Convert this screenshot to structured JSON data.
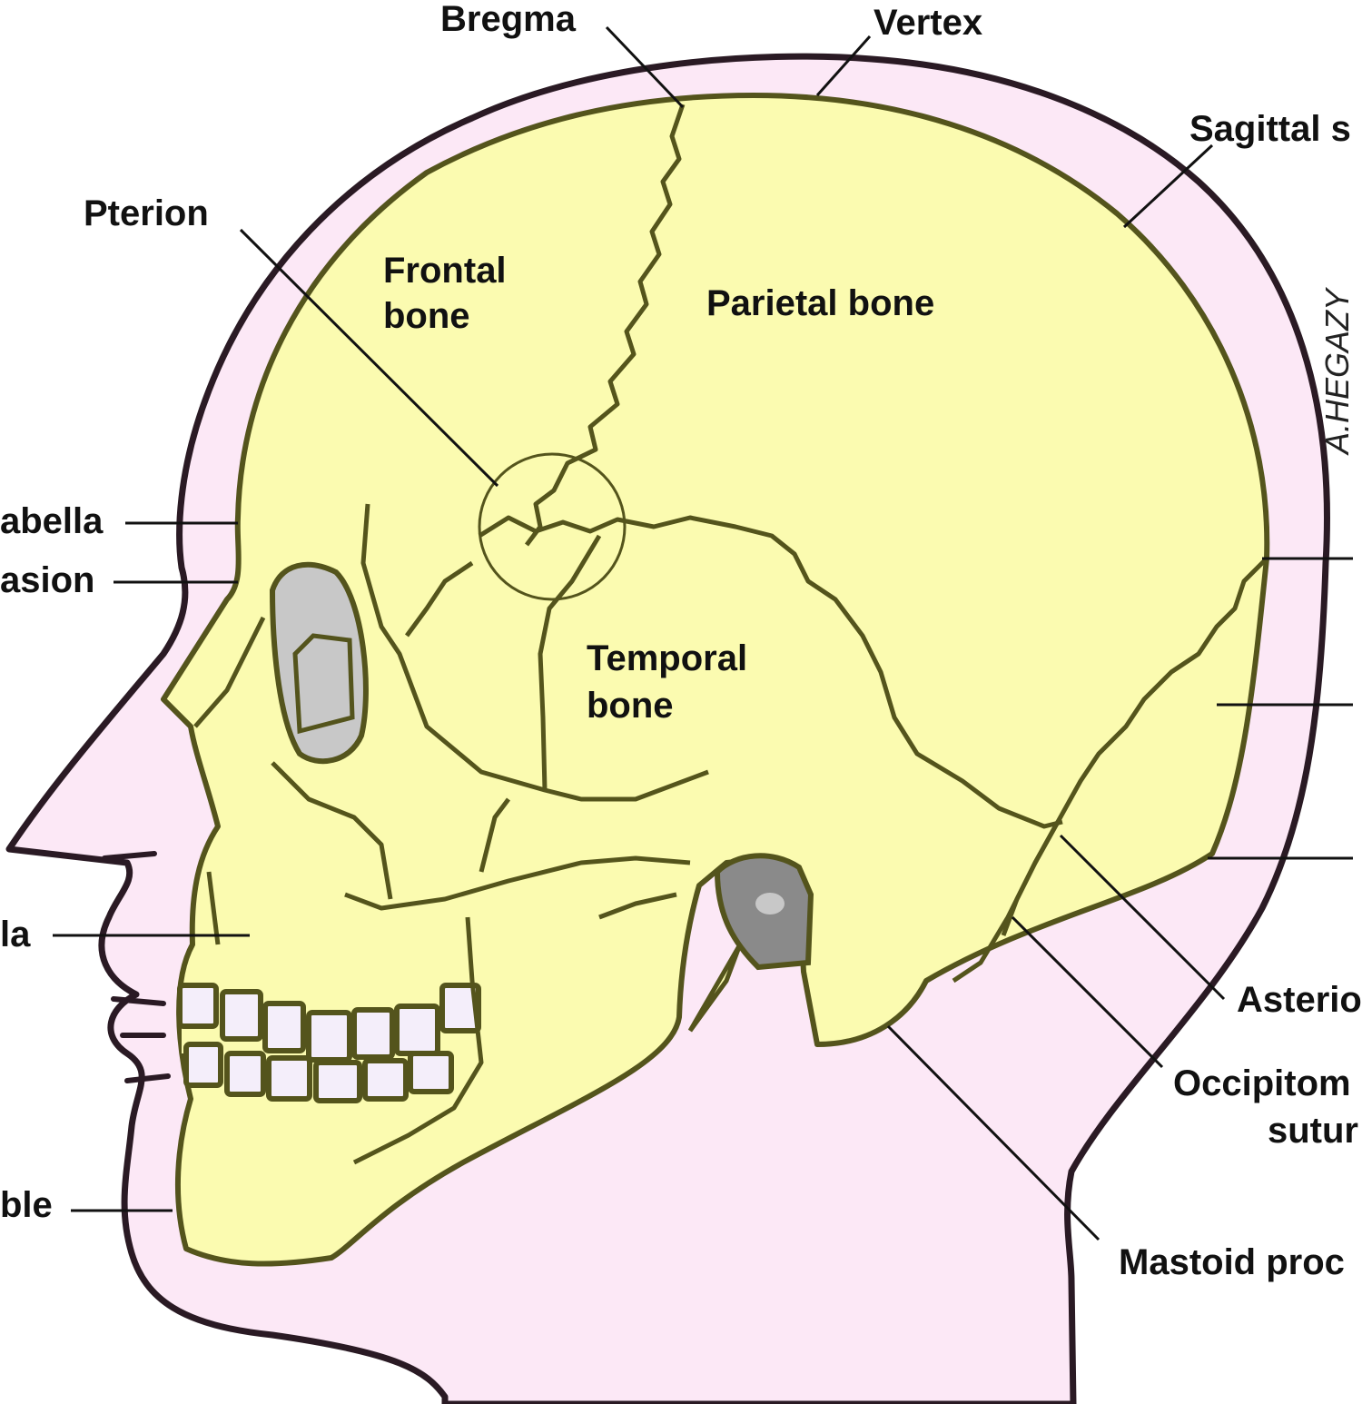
{
  "title": "",
  "watermark": "A.HEGAZY",
  "colors": {
    "head": "#fce8f6",
    "bone": "#fbfbb0",
    "outline": "#54541c",
    "orbit": "#c8c8c8",
    "ear": "#8a8a8a",
    "teeth": "#f4eefa",
    "label": "#111111"
  },
  "labels": {
    "bregma": "Bregma",
    "vertex": "Vertex",
    "sagittal": "Sagittal s",
    "pterion": "Pterion",
    "frontal": [
      "Frontal",
      "bone"
    ],
    "parietal": "Parietal bone",
    "temporal": [
      "Temporal",
      "bone"
    ],
    "glabella": "abella",
    "nasion": "asion",
    "maxilla": "la",
    "mandible": "ble",
    "asterion": "Asterio",
    "occipitomastoid": [
      "Occipitom",
      "sutur"
    ],
    "mastoid": "Mastoid proc"
  }
}
